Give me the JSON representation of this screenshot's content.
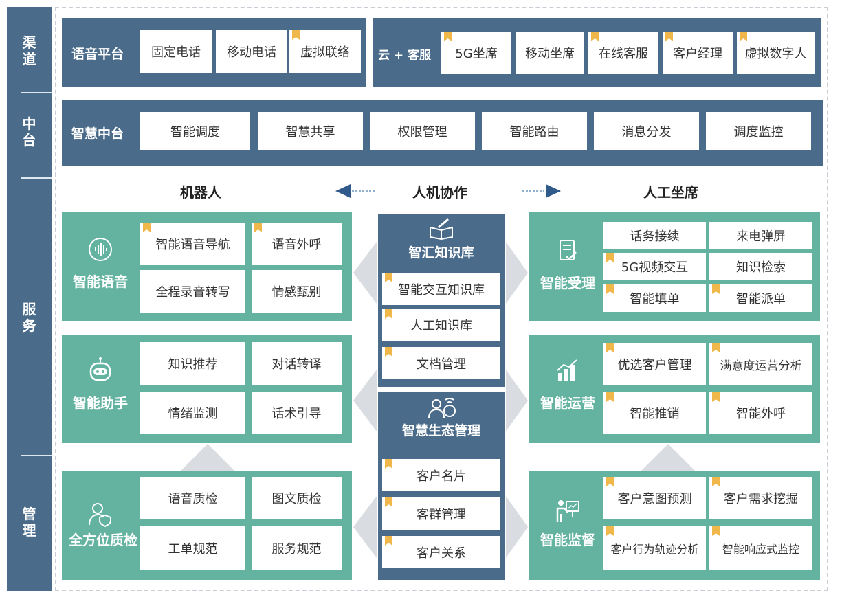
{
  "rail": {
    "channel": "渠道",
    "middle": "中台",
    "service": "服务",
    "management": "管理"
  },
  "voice_platform": {
    "title": "语音平台",
    "items": [
      "固定电话",
      "移动电话",
      "虚拟联络"
    ]
  },
  "cloud_service": {
    "title": "云 + 客服",
    "items": [
      "5G坐席",
      "移动坐席",
      "在线客服",
      "客户经理",
      "虚拟数字人"
    ]
  },
  "smart_middle": {
    "title": "智慧中台",
    "items": [
      "智能调度",
      "智慧共享",
      "权限管理",
      "智能路由",
      "消息分发",
      "调度监控"
    ]
  },
  "headings": {
    "robot": "机器人",
    "collab": "人机协作",
    "human": "人工坐席"
  },
  "smart_voice": {
    "title": "智能语音",
    "items": [
      "智能语音导航",
      "语音外呼",
      "全程录音转写",
      "情感甄别"
    ]
  },
  "smart_assistant": {
    "title": "智能助手",
    "items": [
      "知识推荐",
      "对话转译",
      "情绪监测",
      "话术引导"
    ]
  },
  "quality_check": {
    "title": "全方位质检",
    "items": [
      "语音质检",
      "图文质检",
      "工单规范",
      "服务规范"
    ]
  },
  "knowledge_base": {
    "title": "智汇知识库",
    "items": [
      "智能交互知识库",
      "人工知识库",
      "文档管理"
    ]
  },
  "eco_management": {
    "title": "智慧生态管理",
    "items": [
      "客户名片",
      "客群管理",
      "客户关系"
    ]
  },
  "smart_reception": {
    "title": "智能受理",
    "items": [
      "话务接续",
      "来电弹屏",
      "5G视频交互",
      "知识检索",
      "智能填单",
      "智能派单"
    ]
  },
  "smart_operation": {
    "title": "智能运营",
    "items": [
      "优选客户管理",
      "满意度运营分析",
      "智能推销",
      "智能外呼"
    ]
  },
  "smart_supervision": {
    "title": "智能监督",
    "items": [
      "客户意图预测",
      "客户需求挖掘",
      "客户行为轨迹分析",
      "智能响应式监控"
    ]
  },
  "colors": {
    "blue": "#4a6b8a",
    "green": "#63b3a0",
    "flag": "#f0b84a"
  },
  "icons": {
    "smart_voice": "voice-wave-icon",
    "smart_assistant": "robot-icon",
    "quality_check": "inspector-icon",
    "knowledge_base": "book-pen-icon",
    "eco_management": "user-network-icon",
    "smart_reception": "form-check-icon",
    "smart_operation": "bar-chart-icon",
    "smart_supervision": "presenter-icon"
  }
}
